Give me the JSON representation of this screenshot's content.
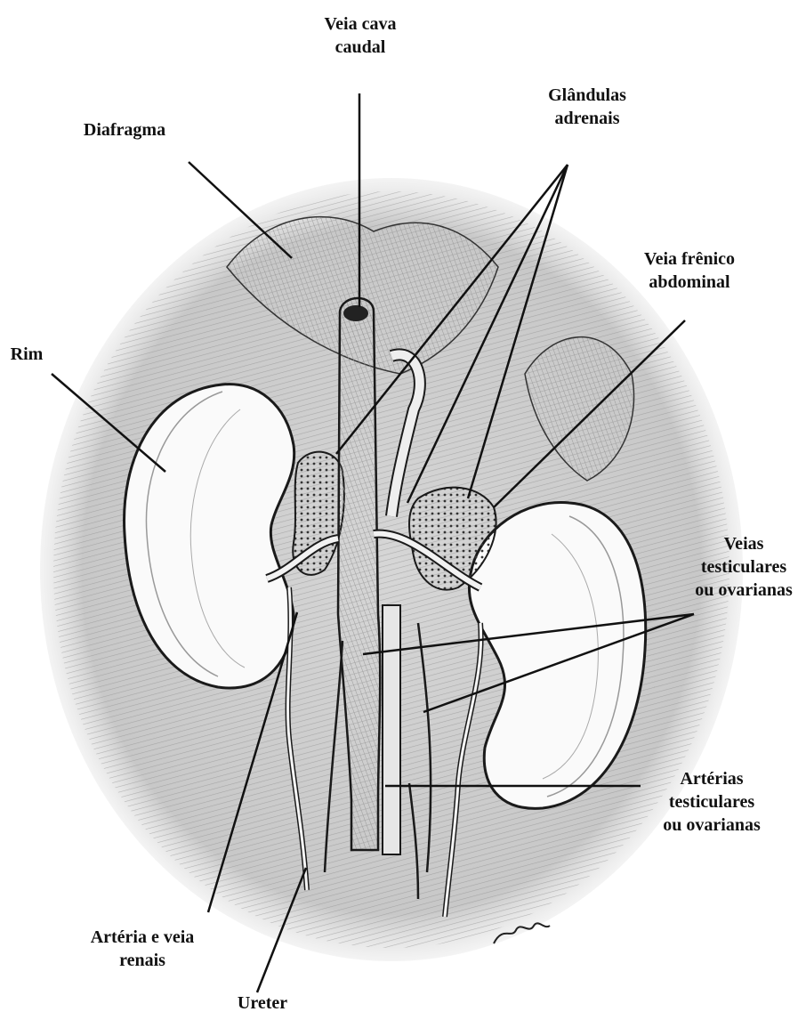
{
  "labels": {
    "veia_cava_caudal": [
      "Veia cava",
      "caudal"
    ],
    "diafragma": [
      "Diafragma"
    ],
    "glandulas_adrenais": [
      "Glândulas",
      "adrenais"
    ],
    "veia_frenico_abdominal": [
      "Veia frênico",
      "abdominal"
    ],
    "rim": [
      "Rim"
    ],
    "veias_testiculares": [
      "Veias",
      "testiculares",
      "ou ovarianas"
    ],
    "arterias_testiculares": [
      "Artérias",
      "testiculares",
      "ou ovarianas"
    ],
    "arteria_veia_renais": [
      "Artéria e veia",
      "renais"
    ],
    "ureter": [
      "Ureter"
    ]
  },
  "colors": {
    "ink": "#1a1a1a",
    "shade": "#7a7a7a",
    "fill": "#e8e8e8",
    "paper": "#ffffff"
  }
}
